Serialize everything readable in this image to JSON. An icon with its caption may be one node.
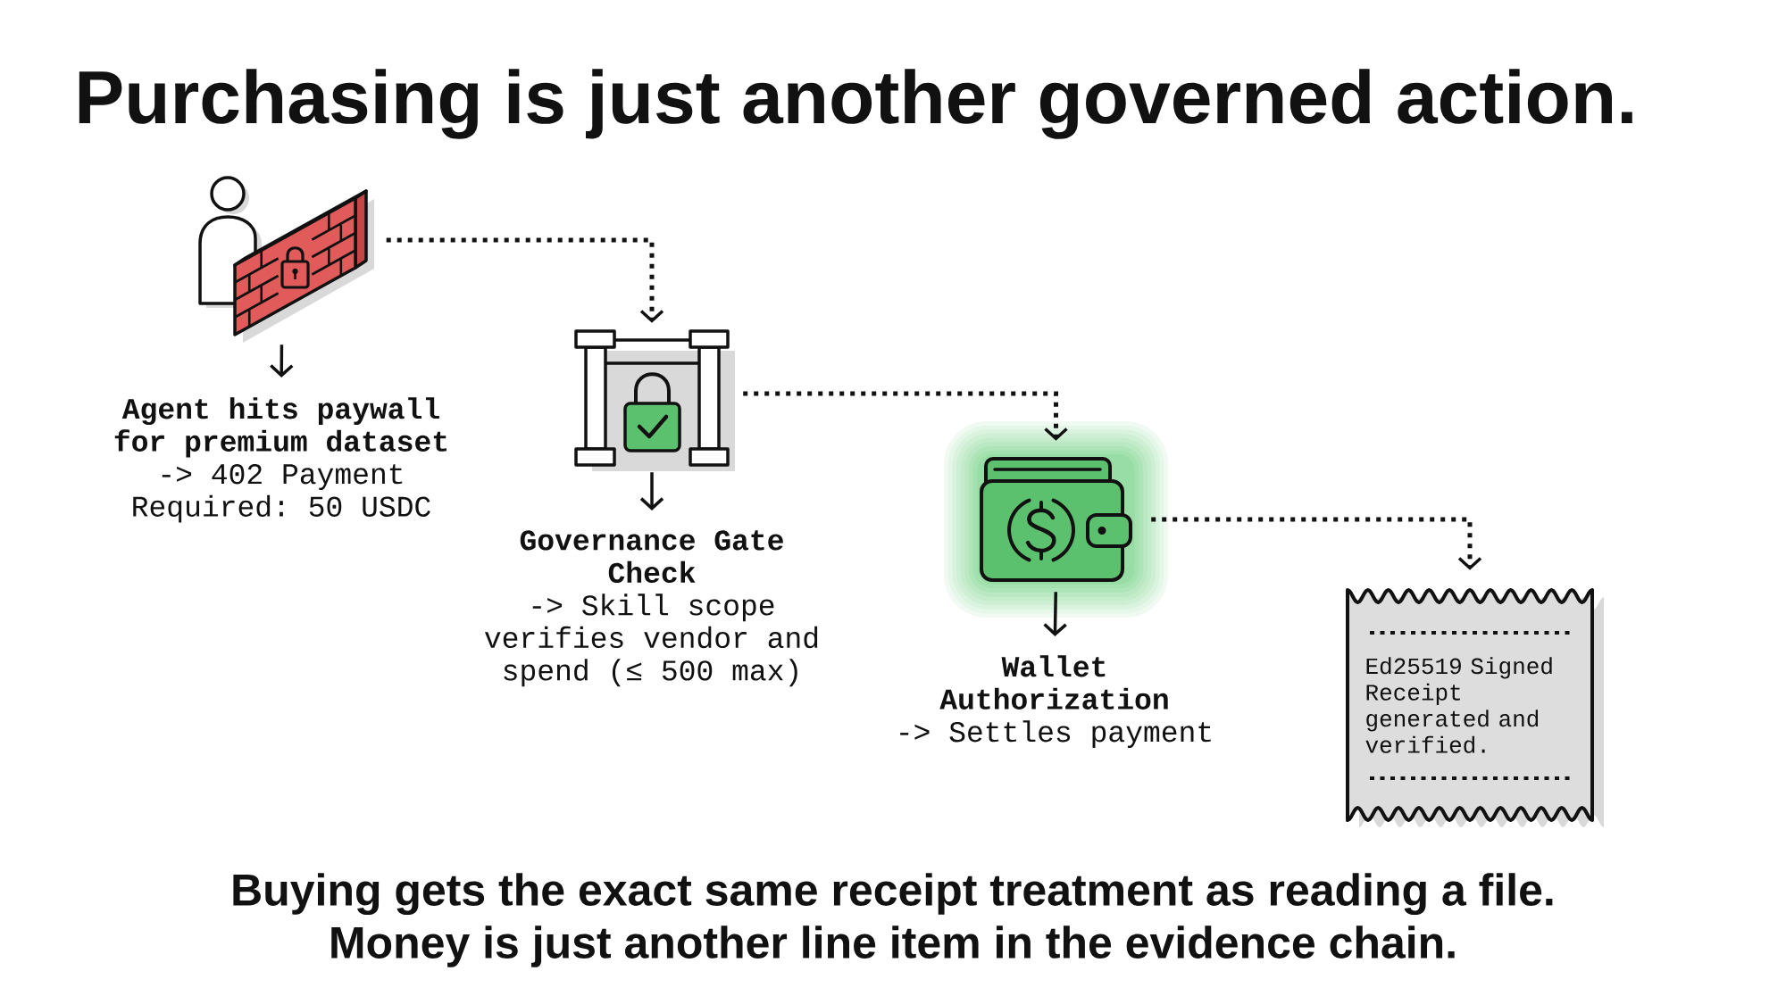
{
  "diagram": {
    "title": "Purchasing is just another governed action.",
    "nodes": [
      {
        "text": [],
        "shape": "picture"
      },
      {
        "text": [
          "Agent hits paywall for premium dataset",
          "-> 402 Payment Required: 50 USDC"
        ]
      },
      {
        "text": [],
        "shape": "picture"
      },
      {
        "text": [
          "Governance Gate Check",
          "-> Skill scope verifies vendor and spend (≤ 500 max)"
        ]
      },
      {
        "text": [],
        "shape": "picture"
      },
      {
        "text": [
          "Wallet Authorization",
          "-> Settles payment"
        ]
      },
      {
        "text": [
          "Ed25519 Signed Receipt generated and verified."
        ]
      }
    ],
    "edges": [
      {
        "from": 0,
        "to": 1,
        "arrow": "to"
      },
      {
        "from": 0,
        "to": 2,
        "arrow": "to",
        "style": "dashed"
      },
      {
        "from": 2,
        "to": 3,
        "arrow": "to"
      },
      {
        "from": 2,
        "to": 4,
        "arrow": "to",
        "style": "dashed"
      },
      {
        "from": 4,
        "to": 5,
        "arrow": "to"
      },
      {
        "from": 4,
        "to": 6,
        "arrow": "to",
        "style": "dashed"
      }
    ],
    "caption": "Buying gets the exact same receipt treatment as reading a file. Money is just another line item in the evidence chain."
  }
}
